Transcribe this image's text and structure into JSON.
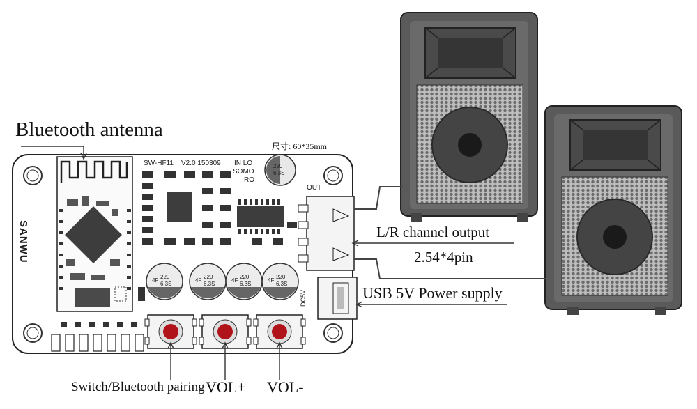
{
  "labels": {
    "bluetooth_antenna": "Bluetooth antenna",
    "size": "尺寸:  60*35mm",
    "lr_output": "L/R channel output",
    "pin": "2.54*4pin",
    "usb_power": "USB 5V Power supply",
    "switch_pairing": "Switch/Bluetooth pairing",
    "vol_plus": "VOL+",
    "vol_minus": "VOL-"
  },
  "board": {
    "model": "SW-HF11",
    "version": "V2.0 150309",
    "in_lo": "IN LO",
    "somo": "SOMO",
    "ro": "RO",
    "out": "OUT",
    "dc5v": "DC5V",
    "brand": "SANWU",
    "cap_small": [
      "220",
      "6.3S"
    ],
    "cap_large": [
      "4F",
      "220",
      "6.3S"
    ]
  },
  "colors": {
    "speaker_body": "#5a5a5a",
    "speaker_dark": "#3a3a3a",
    "grille": "#9a9a9a",
    "chip": "#3d3d3d",
    "button_red": "#b0141a"
  }
}
